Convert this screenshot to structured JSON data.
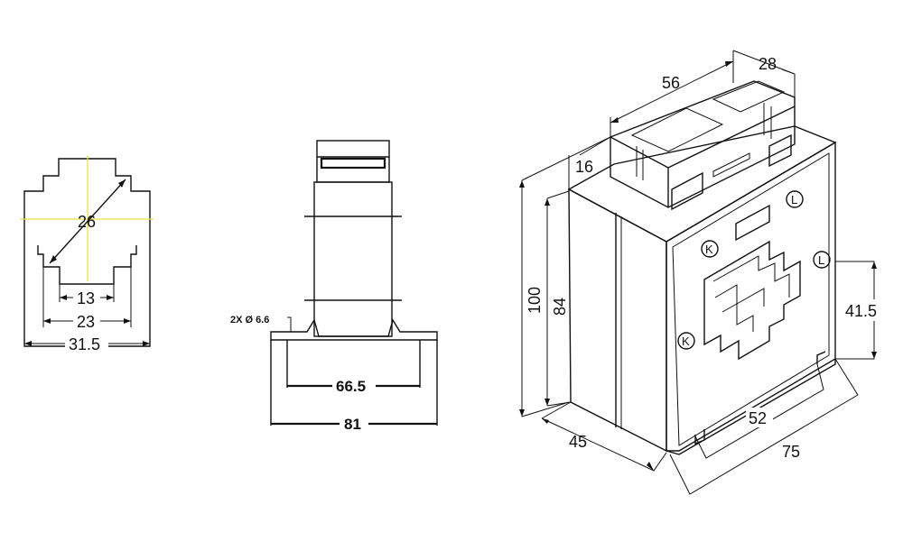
{
  "front_view": {
    "dims": {
      "window_diag": "26",
      "inner_width": "13",
      "mid_width": "23",
      "outer_width": "31.5"
    }
  },
  "side_view": {
    "dims": {
      "holes": "2X Ø 6.6",
      "mount_spacing": "66.5",
      "base_width": "81"
    }
  },
  "iso_view": {
    "dims": {
      "top_length": "56",
      "top_depth": "28",
      "top_offset": "16",
      "total_height": "100",
      "body_height": "84",
      "window_height": "41.5",
      "depth": "45",
      "inner_base": "52",
      "base_length": "75"
    },
    "terminal_marks": [
      "K",
      "L",
      "K",
      "L"
    ]
  },
  "colors": {
    "line": "#111111",
    "highlight": "#e8e440",
    "background": "#ffffff"
  }
}
